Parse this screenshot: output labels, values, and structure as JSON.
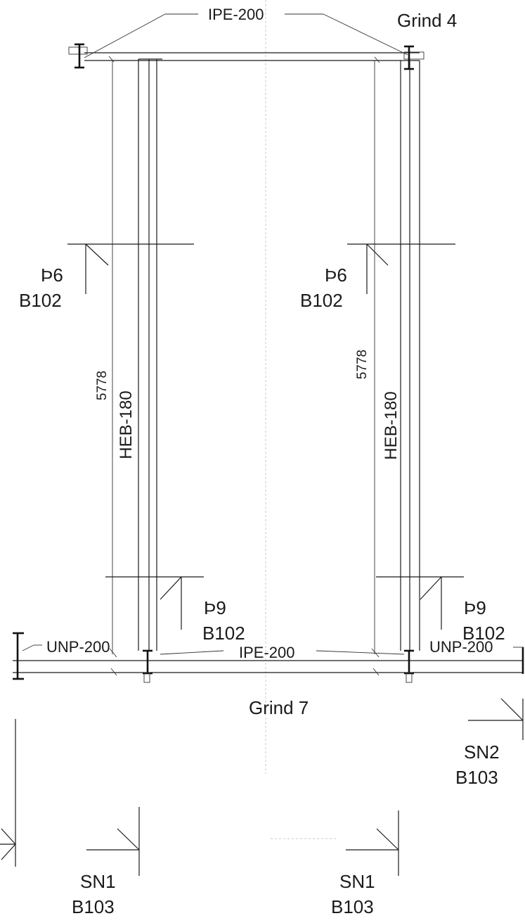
{
  "grid": {
    "top": "Grind 4",
    "bottom": "Grind 7"
  },
  "profiles": {
    "top_beam": "IPE-200",
    "bottom_beam": "IPE-200",
    "left_column": "HEB-180",
    "right_column": "HEB-180",
    "left_channel": "UNP-200",
    "right_channel": "UNP-200"
  },
  "dimensions": {
    "left_column_length": "5778",
    "right_column_length": "5778"
  },
  "section_marks": {
    "p6_left": {
      "id": "Þ6",
      "sheet": "B102"
    },
    "p6_right": {
      "id": "Þ6",
      "sheet": "B102"
    },
    "p9_left": {
      "id": "Þ9",
      "sheet": "B102"
    },
    "p9_right": {
      "id": "Þ9",
      "sheet": "B102"
    },
    "sn2": {
      "id": "SN2",
      "sheet": "B103"
    },
    "sn1_left": {
      "id": "SN1",
      "sheet": "B103"
    },
    "sn1_right": {
      "id": "SN1",
      "sheet": "B103"
    }
  }
}
